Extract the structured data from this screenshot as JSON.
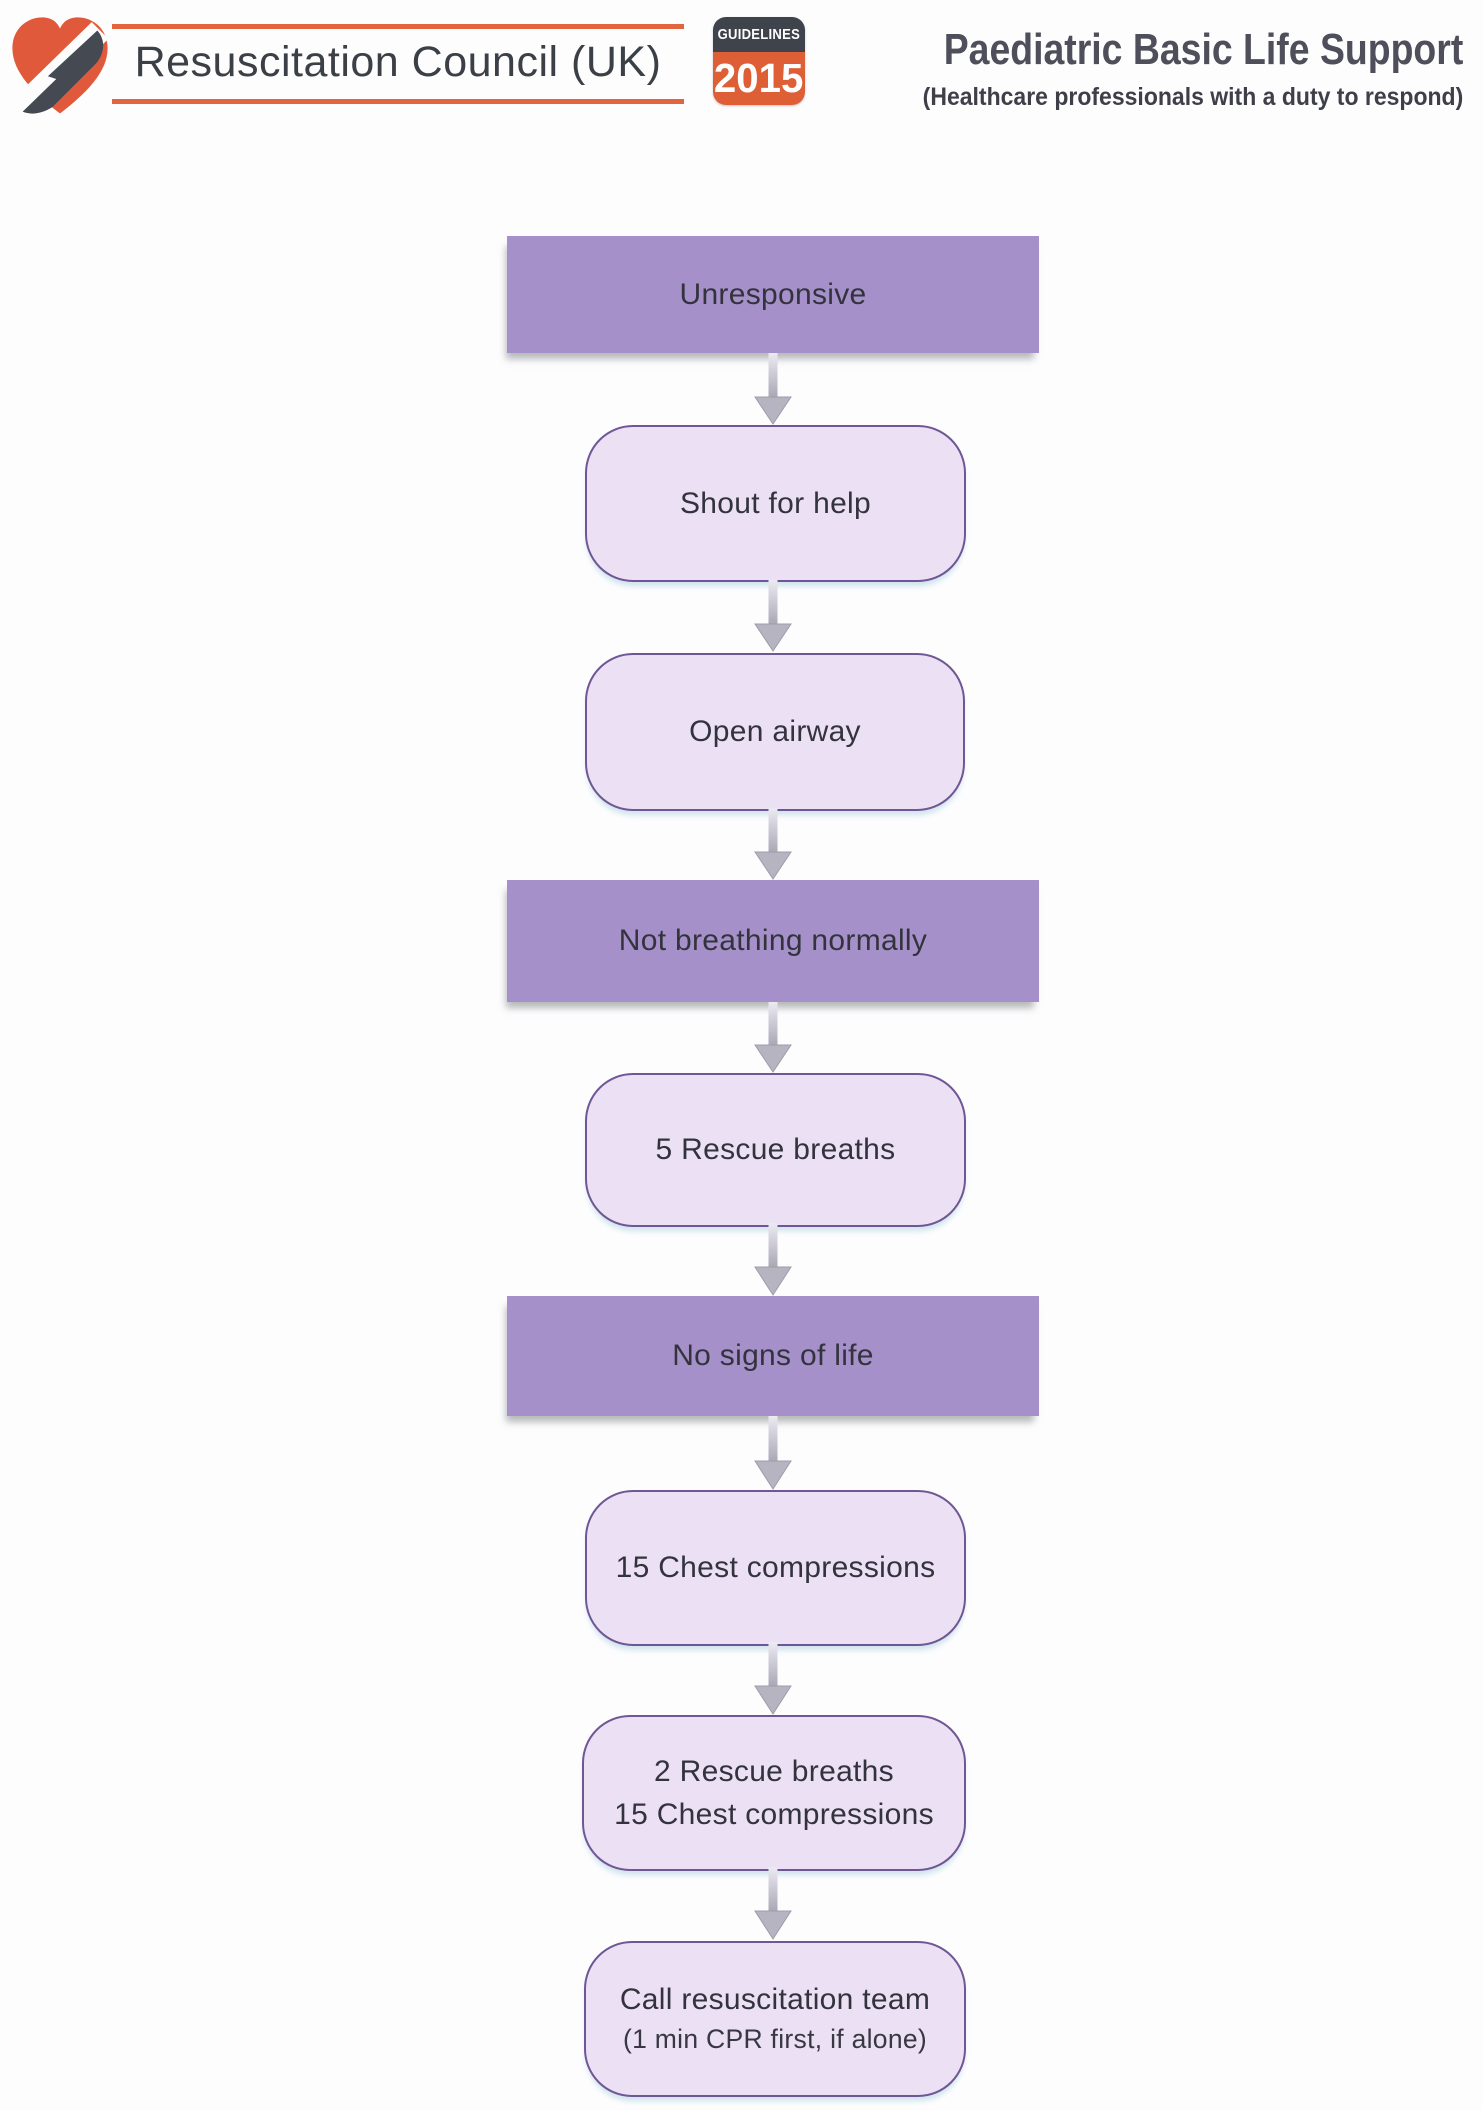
{
  "header": {
    "logo_text": "Resuscitation Council (UK)",
    "badge": {
      "top_label": "GUIDELINES",
      "year": "2015"
    },
    "title": "Paediatric Basic Life Support",
    "subtitle": "(Healthcare professionals with a duty to respond)"
  },
  "colors": {
    "accent_orange": "#de5f36",
    "logo_dark_gray": "#42464e",
    "purple_box_fill": "#a690ca",
    "light_box_fill": "#ece0f4",
    "box_border_purple": "#6f5795",
    "arrow_gray": "#b6b4c0",
    "text_dark": "#33333e"
  },
  "flow": {
    "nodes": [
      {
        "type": "rect",
        "label": "Unresponsive"
      },
      {
        "type": "rounded",
        "label": "Shout for help"
      },
      {
        "type": "rounded",
        "label": "Open airway"
      },
      {
        "type": "rect",
        "label": "Not breathing normally"
      },
      {
        "type": "rounded",
        "label": "5 Rescue breaths"
      },
      {
        "type": "rect",
        "label": "No signs of life"
      },
      {
        "type": "rounded",
        "label": "15 Chest compressions"
      },
      {
        "type": "rounded",
        "label": "2 Rescue breaths",
        "label2": "15 Chest compressions"
      },
      {
        "type": "rounded",
        "label": "Call resuscitation team",
        "label2": "(1 min CPR first, if alone)"
      }
    ]
  }
}
